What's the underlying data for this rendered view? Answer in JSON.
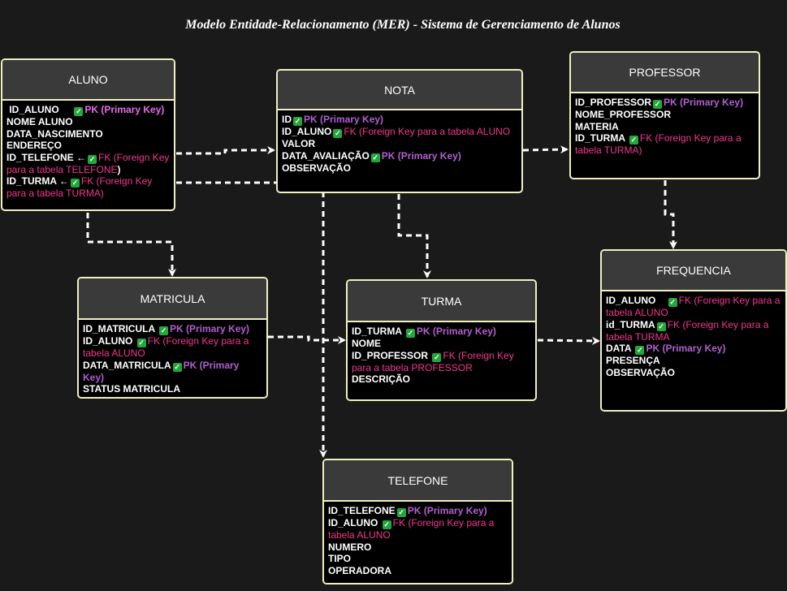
{
  "title": "Modelo Entidade-Relacionamento (MER) - Sistema de Gerenciamento de Alunos",
  "check_glyph": "✓",
  "colors": {
    "background": "#1a1a1a",
    "header": "#3a3a3a",
    "border": "#f0f0c0",
    "pk": "#b15fd0",
    "fk": "#f2388f",
    "check": "#22a83a"
  },
  "entities": {
    "aluno": {
      "name": "ALUNO",
      "fields": [
        {
          "name": " ID_ALUNO     ",
          "note": "PK (Primary Key)"
        },
        {
          "name": "NOME ALUNO"
        },
        {
          "name": "DATA_NASCIMENTO"
        },
        {
          "name": "ENDEREÇO"
        },
        {
          "name": "ID_TELEFONE ←",
          "note": "FK (Foreign Key para a tabela TELEFONE",
          "suffix": ")"
        },
        {
          "name": "ID_TURMA ←",
          "note": "FK (Foreign Key para a tabela TURMA)"
        }
      ]
    },
    "nota": {
      "name": "NOTA",
      "fields": [
        {
          "name": "ID",
          "note": "PK (Primary Key)"
        },
        {
          "name": "ID_ALUNO",
          "note": "FK (Foreign Key para a tabela ALUNO"
        },
        {
          "name": "VALOR"
        },
        {
          "name": "DATA_AVALIAÇÃO",
          "note": "PK (Primary Key)"
        },
        {
          "name": "OBSERVAÇÃO"
        }
      ]
    },
    "professor": {
      "name": "PROFESSOR",
      "fields": [
        {
          "name": "ID_PROFESSOR",
          "note": "PK (Primary Key)"
        },
        {
          "name": "NOME_PROFESSOR"
        },
        {
          "name": "MATERIA"
        },
        {
          "name": "ID_TURMA ",
          "note": "FK (Foreign Key para a tabela TURMA)"
        }
      ]
    },
    "matricula": {
      "name": "MATRICULA",
      "fields": [
        {
          "name": "ID_MATRICULA ",
          "note": "PK (Primary Key)"
        },
        {
          "name": "ID_ALUNO ",
          "note": "FK (Foreign Key para a tabela ALUNO"
        },
        {
          "name": "DATA_MATRICULA",
          "note": "PK (Primary Key)"
        },
        {
          "name": "STATUS MATRICULA"
        }
      ]
    },
    "turma": {
      "name": "TURMA",
      "fields": [
        {
          "name": "ID_TURMA ",
          "note": "PK (Primary Key)"
        },
        {
          "name": "NOME"
        },
        {
          "name": "ID_PROFESSOR ",
          "note": "FK (Foreign Key para a tabela PROFESSOR"
        },
        {
          "name": "DESCRIÇÃO"
        }
      ]
    },
    "frequencia": {
      "name": "FREQUENCIA",
      "fields": [
        {
          "name": "ID_ALUNO    ",
          "note": "FK (Foreign Key para a tabela ALUNO"
        },
        {
          "name": "id_TURMA",
          "note": "FK (Foreign Key para a tabela TURMA"
        },
        {
          "name": "DATA ",
          "note": "PK (Primary Key)"
        },
        {
          "name": "PRESENÇA"
        },
        {
          "name": "OBSERVAÇÃO"
        }
      ]
    },
    "telefone": {
      "name": "TELEFONE",
      "fields": [
        {
          "name": "ID_TELEFONE",
          "note": "PK (Primary Key)"
        },
        {
          "name": "ID_ALUNO ",
          "note": "FK (Foreign Key para a tabela ALUNO"
        },
        {
          "name": "NUMERO"
        },
        {
          "name": "TIPO"
        },
        {
          "name": "OPERADORA"
        }
      ]
    }
  }
}
